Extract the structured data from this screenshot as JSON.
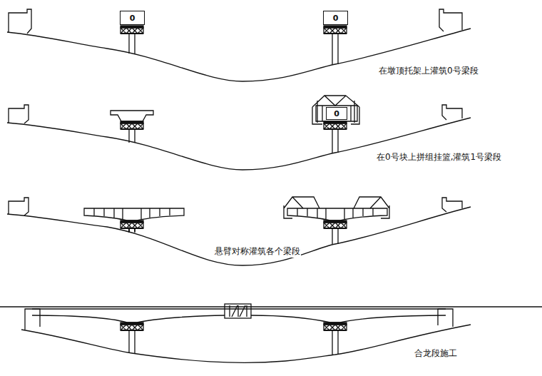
{
  "diagram": {
    "nodes": [
      {
        "text": [
          "0"
        ]
      },
      {
        "text": [
          "0"
        ]
      },
      {
        "text": [
          "0"
        ]
      }
    ],
    "labels": [
      "在墩顶托架上灌筑0号梁段",
      "在0号块上拼组挂篮,灌筑1号梁段",
      "悬臂对称灌筑各个梁段",
      "合龙段施工"
    ]
  }
}
